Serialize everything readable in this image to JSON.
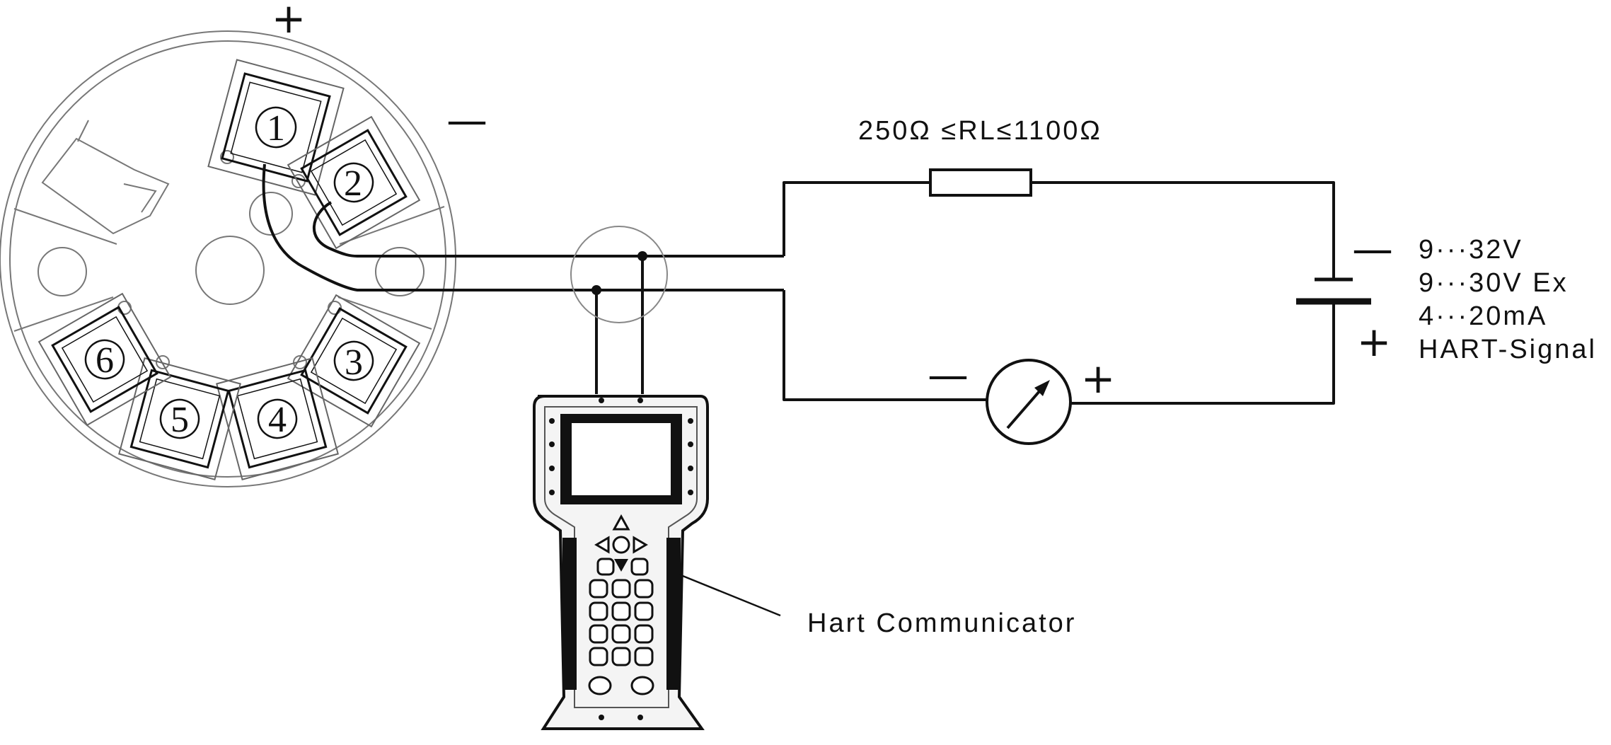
{
  "transmitter": {
    "terminals": [
      "1",
      "2",
      "3",
      "4",
      "5",
      "6"
    ],
    "plus_sign": "+",
    "minus_sign": "—"
  },
  "resistor": {
    "label": "250Ω ≤RL≤1100Ω"
  },
  "power_supply": {
    "minus_sign": "—",
    "plus_sign": "+",
    "lines": [
      "9···32V",
      "9···30V Ex",
      "4···20mA",
      "HART-Signal"
    ]
  },
  "meter": {
    "minus_sign": "—",
    "plus_sign": "+"
  },
  "communicator": {
    "label": "Hart Communicator"
  }
}
